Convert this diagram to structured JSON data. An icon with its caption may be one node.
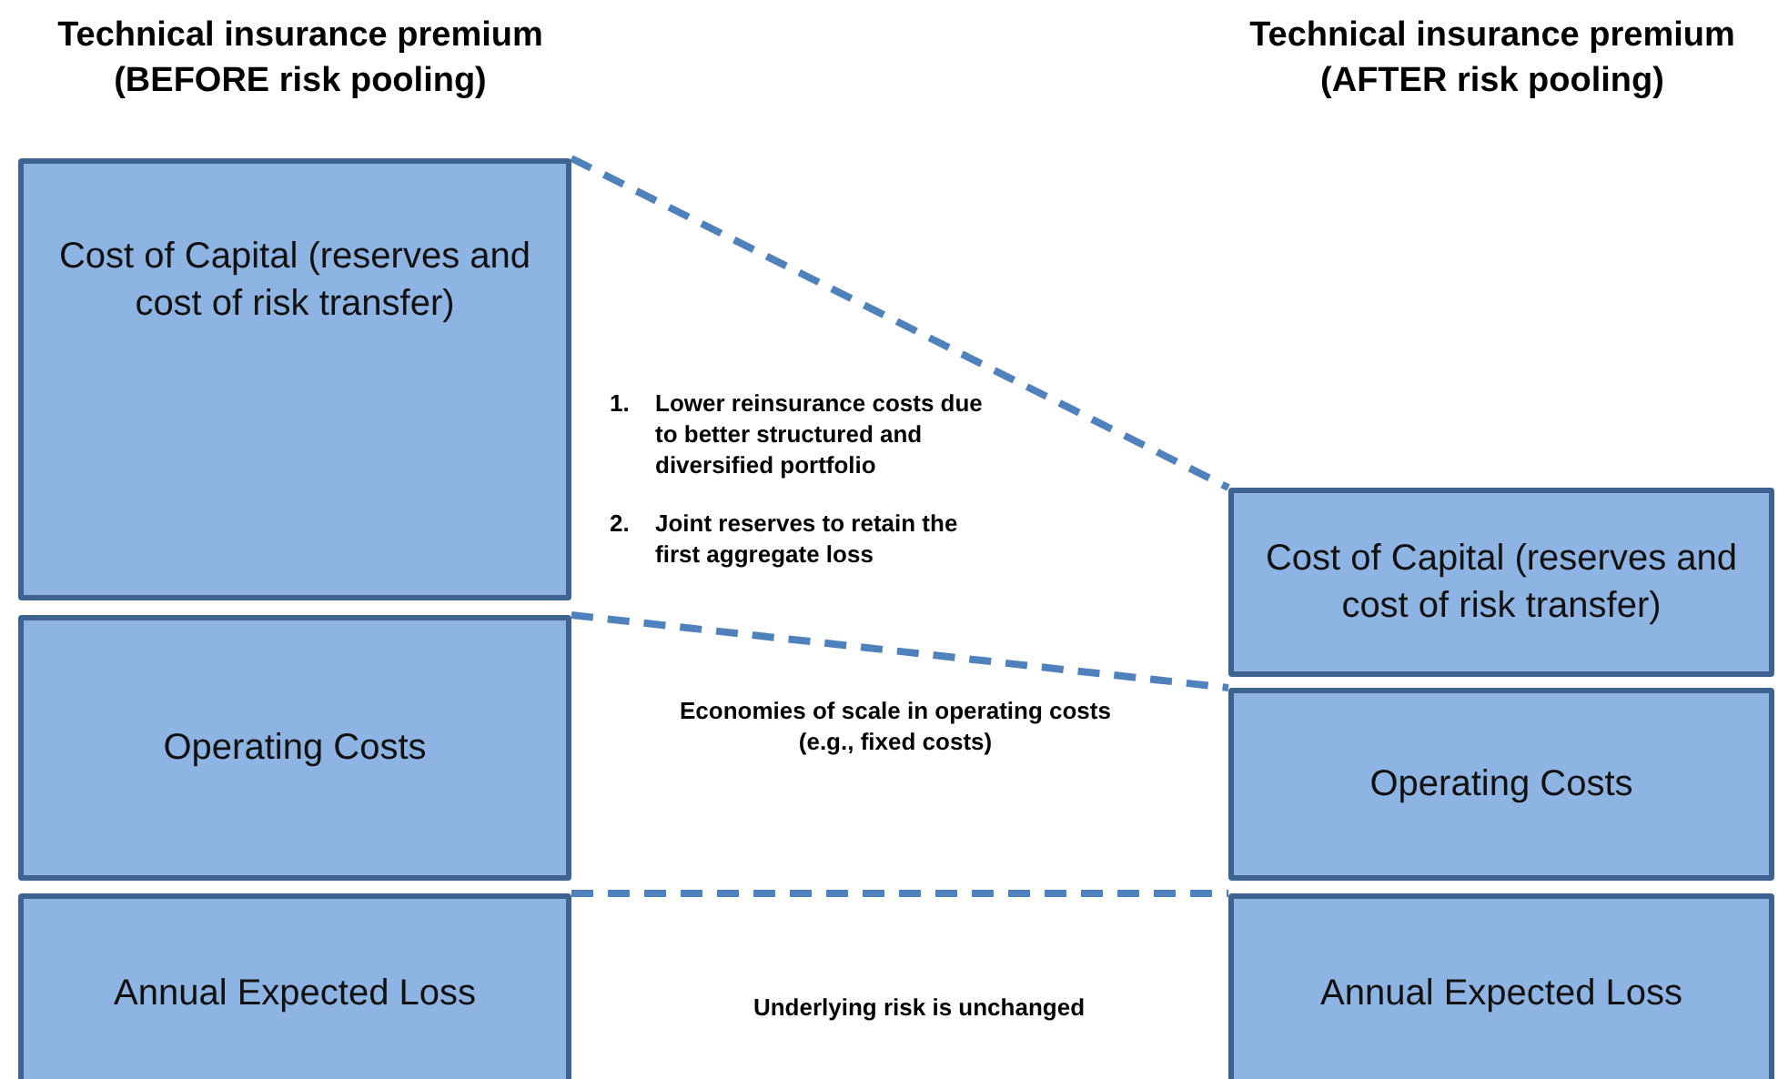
{
  "diagram": {
    "nodes": [
      {
        "text": [
          "Cost of Capital (reserves and cost of risk transfer)"
        ]
      },
      {
        "text": [
          "Operating Costs"
        ]
      },
      {
        "text": [
          "Annual Expected Loss"
        ]
      },
      {
        "text": [
          "Cost of Capital (reserves and cost of risk transfer)"
        ]
      },
      {
        "text": [
          "Operating Costs"
        ]
      },
      {
        "text": [
          "Annual Expected Loss"
        ]
      }
    ],
    "edges": [
      {
        "from": 0,
        "to": 3,
        "arrow": "none",
        "style": "dashed"
      },
      {
        "from": 1,
        "to": 4,
        "arrow": "none",
        "style": "dashed"
      },
      {
        "from": 2,
        "to": 5,
        "arrow": "none",
        "style": "dashed"
      }
    ],
    "labels": [
      "Technical insurance premium (BEFORE risk pooling)",
      "Technical insurance premium (AFTER risk pooling)",
      "1.",
      "Lower reinsurance costs due to better structured and diversified portfolio",
      "2.",
      "Joint reserves to retain the first aggregate loss",
      "Economies of scale in operating costs (e.g., fixed costs)",
      "Underlying risk is unchanged"
    ]
  }
}
